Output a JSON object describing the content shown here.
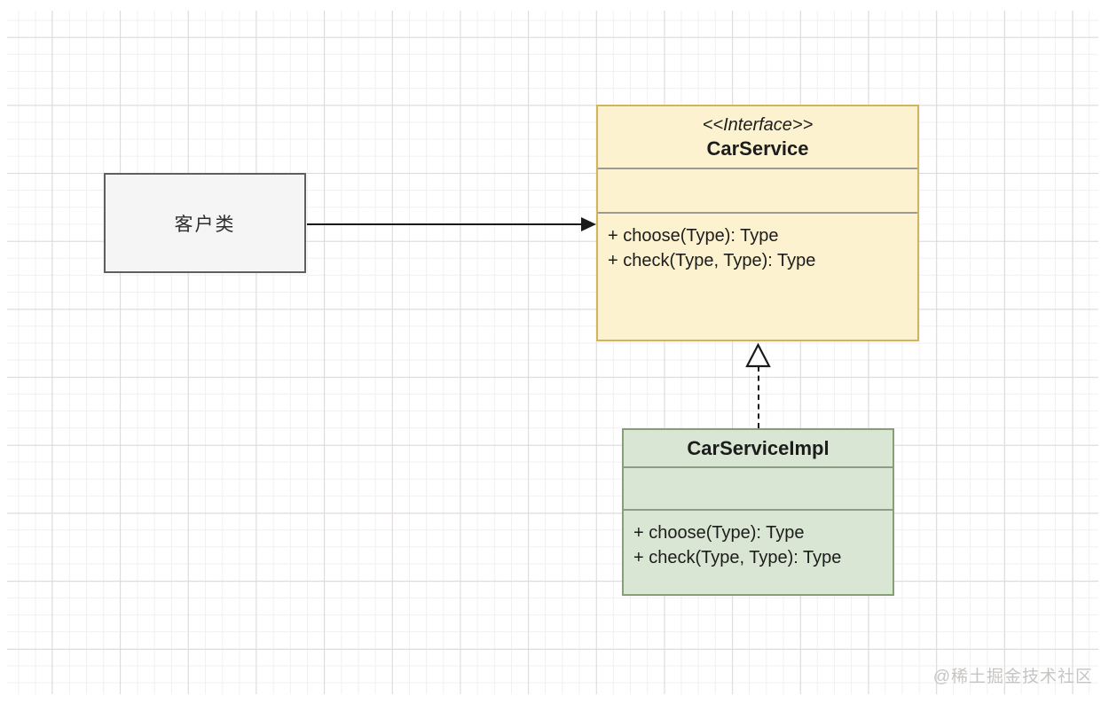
{
  "diagram": {
    "client": {
      "label": "客户类"
    },
    "interface": {
      "stereotype": "<<Interface>>",
      "name": "CarService",
      "methods": [
        "+ choose(Type): Type",
        "+ check(Type, Type): Type"
      ]
    },
    "implementation": {
      "name": "CarServiceImpl",
      "methods": [
        "+ choose(Type): Type",
        "+ check(Type, Type): Type"
      ]
    },
    "relations": [
      {
        "from": "客户类",
        "to": "CarService",
        "type": "association-solid-arrow"
      },
      {
        "from": "CarServiceImpl",
        "to": "CarService",
        "type": "realization-dashed-hollow-triangle"
      }
    ],
    "colors": {
      "interface_fill": "#fcf2cf",
      "interface_border": "#d0b55e",
      "implementation_fill": "#d9e6d3",
      "implementation_border": "#879f74",
      "client_fill": "#f6f5f5",
      "client_border": "#5f5f5f",
      "connector": "#1a1a1a"
    }
  },
  "watermark": "@稀土掘金技术社区"
}
